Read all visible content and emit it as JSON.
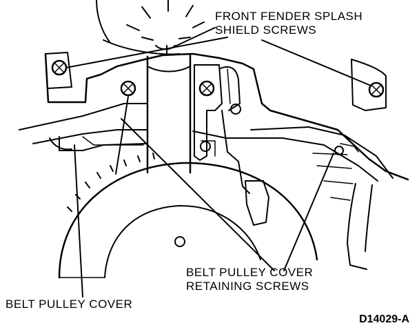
{
  "labels": {
    "fender_screws": [
      "FRONT FENDER SPLASH",
      "SHIELD SCREWS"
    ],
    "retaining_screws": [
      "BELT PULLEY COVER",
      "RETAINING SCREWS"
    ],
    "belt_pulley_cover": "BELT PULLEY COVER",
    "figure_code": "D14029-A"
  },
  "icons": {
    "screw": "screw-icon",
    "bolt": "bolt-icon"
  },
  "colors": {
    "ink": "#000000",
    "paper": "#ffffff"
  }
}
